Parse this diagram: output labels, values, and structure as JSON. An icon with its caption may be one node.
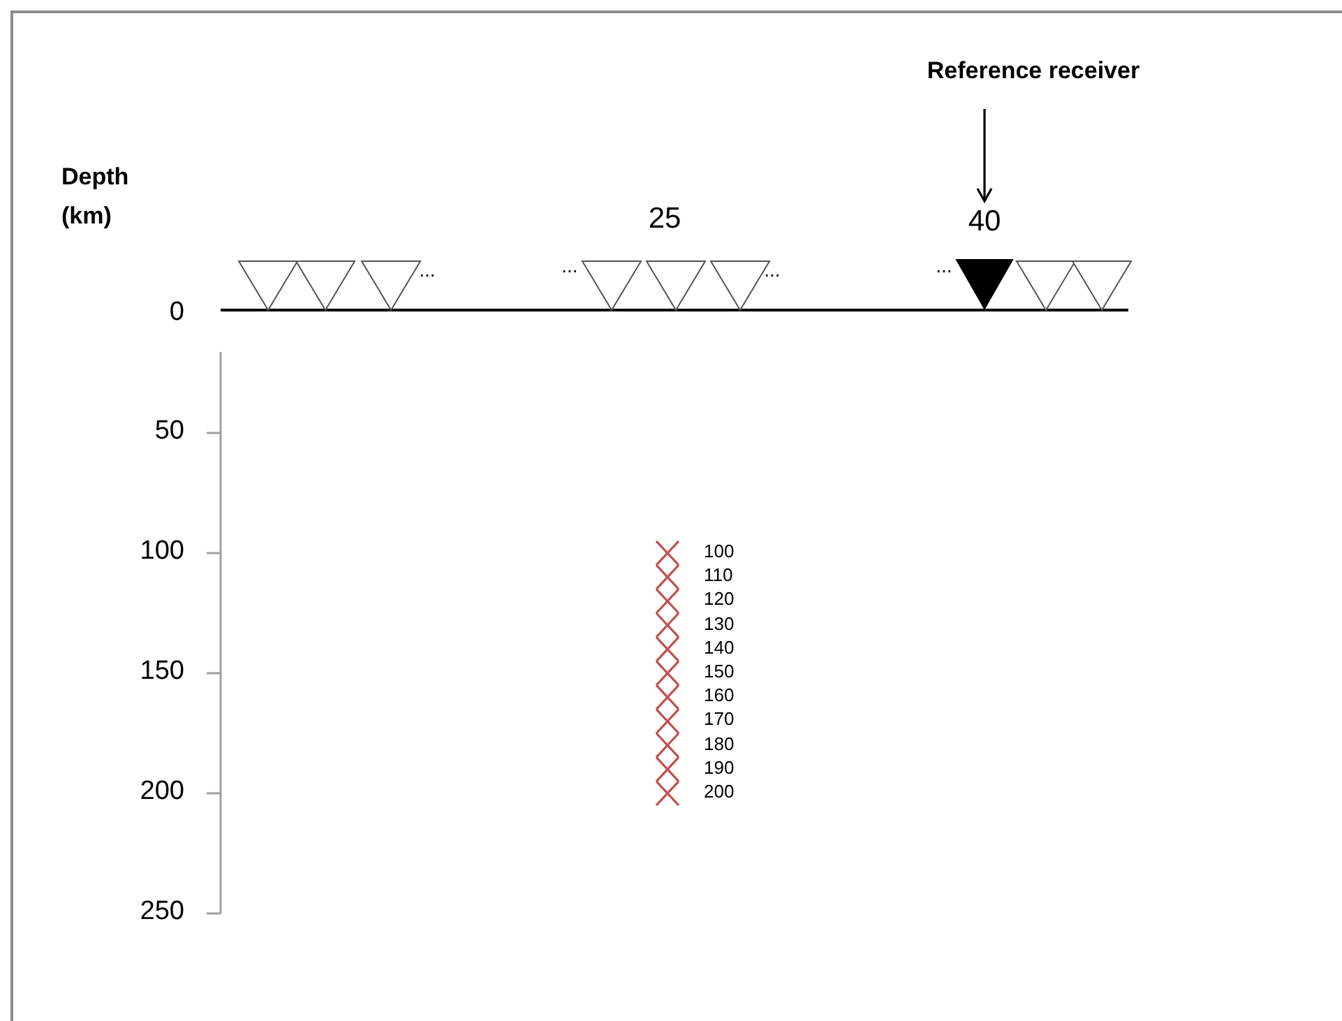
{
  "diagram": {
    "nodes": [
      {
        "text": [
          "Reference receiver"
        ]
      },
      {
        "text": [
          "40"
        ]
      }
    ],
    "edges": [
      {
        "from": 0,
        "to": 1,
        "arrow": "to"
      }
    ],
    "labels": [
      "Depth (km)",
      "25",
      "...",
      "...",
      "...",
      "...",
      "0",
      "50",
      "100",
      "150",
      "200",
      "250",
      "100",
      "110",
      "120",
      "130",
      "140",
      "150",
      "160",
      "170",
      "180",
      "190",
      "200"
    ]
  }
}
